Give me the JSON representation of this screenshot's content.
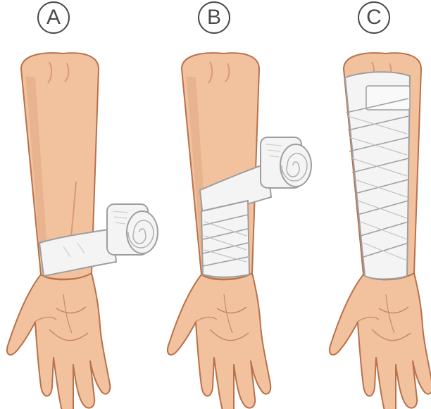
{
  "steps": [
    {
      "id": "A",
      "label": "A"
    },
    {
      "id": "B",
      "label": "B"
    },
    {
      "id": "C",
      "label": "C"
    }
  ],
  "colors": {
    "skin": "#f2c29e",
    "skin_shadow": "#e0a883",
    "skin_outline": "#b9704b",
    "bandage": "#f4f4f4",
    "bandage_shadow": "#d7d7d7",
    "bandage_outline": "#9e9e9e",
    "label_outline": "#4a4a4a"
  }
}
